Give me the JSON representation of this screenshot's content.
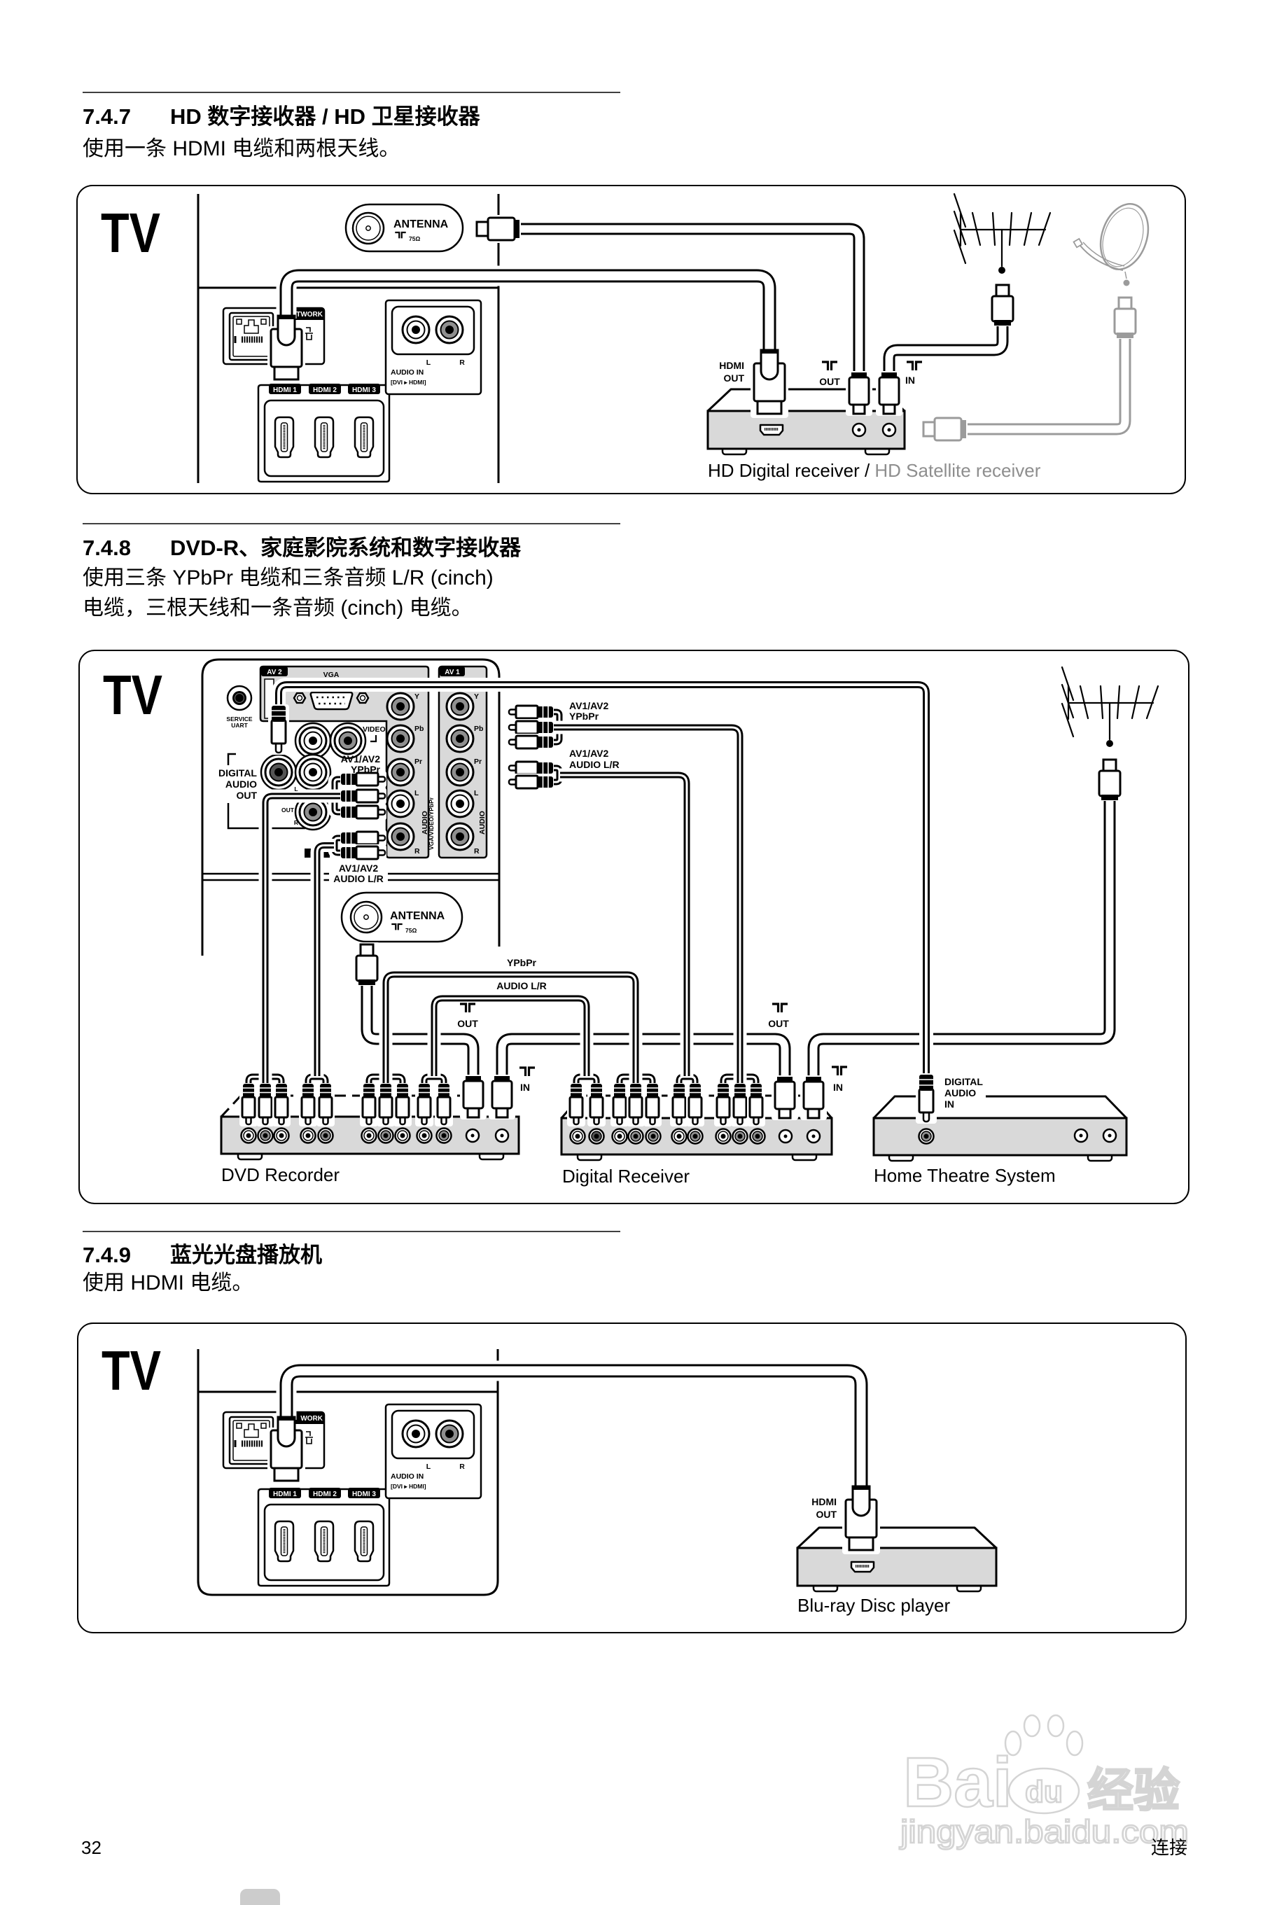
{
  "colors": {
    "ink": "#000000",
    "device_front": "#d9d9d9",
    "panel_grey": "#d9d9d9",
    "jack_grey": "#8f8f8f",
    "jack_dark": "#555555",
    "satellite_grey": "#9b9b9b",
    "watermark_outline": "#d4d4d4",
    "page_tab": "#cccccc"
  },
  "sections": {
    "hd_receiver": {
      "number": "7.4.7",
      "title": "HD 数字接收器 / HD 卫星接收器",
      "description": [
        "使用一条 HDMI 电缆和两根天线。"
      ],
      "diagram": {
        "tv_label": "TV",
        "tv": {
          "antenna": "ANTENNA",
          "antenna_impedance": "75Ω",
          "network_tab": "TWORK",
          "hdmi_tabs": [
            "HDMI 1",
            "HDMI 2",
            "HDMI 3"
          ],
          "audio_in": "AUDIO IN",
          "audio_in_note": "[DVI ▸ HDMI]",
          "audio_left": "L",
          "audio_right": "R"
        },
        "receiver": {
          "hdmi_out": [
            "HDMI",
            "OUT"
          ],
          "antenna_out": "OUT",
          "antenna_in": "IN"
        },
        "device_label": "HD Digital receiver",
        "device_label_separator": " / ",
        "device_label_alt": "HD Satellite receiver"
      }
    },
    "dvd_hts_receiver": {
      "number": "7.4.8",
      "title": "DVD-R、家庭影院系统和数字接收器",
      "description": [
        "使用三条 YPbPr 电缆和三条音频 L/R (cinch)",
        "电缆，三根天线和一条音频 (cinch) 电缆。"
      ],
      "diagram": {
        "tv_label": "TV",
        "tv": {
          "av2_tab": "AV 2",
          "vga": "VGA",
          "av1_tab": "AV 1",
          "service": [
            "SERVICE",
            "UART"
          ],
          "video": "VIDEO",
          "digital_audio_out": [
            "DIGITAL",
            "AUDIO",
            "OUT"
          ],
          "audio_out": {
            "left": "L",
            "label": "OUT",
            "right": "R"
          },
          "component_labels": [
            "Y",
            "Pb",
            "Pr",
            "L",
            "R"
          ],
          "av2_vertical": [
            "AUDIO",
            "VGA/VIDEO/YPbPr"
          ],
          "av1_vertical": "AUDIO",
          "plug_groups": {
            "ypbpr": [
              "AV1/AV2",
              "YPbPr"
            ],
            "audio": [
              "AV1/AV2",
              "AUDIO L/R"
            ]
          },
          "antenna": "ANTENNA",
          "antenna_impedance": "75Ω"
        },
        "loose_plugs": {
          "ypbpr": [
            "AV1/AV2",
            "YPbPr"
          ],
          "audio": [
            "AV1/AV2",
            "AUDIO L/R"
          ]
        },
        "cables": {
          "ypbpr": "YPbPr",
          "audio": "AUDIO L/R"
        },
        "dvd": {
          "antenna_out": "OUT",
          "antenna_in": "IN",
          "label": "DVD Recorder"
        },
        "receiver": {
          "antenna_out": "OUT",
          "antenna_in": "IN",
          "label": "Digital Receiver"
        },
        "hts": {
          "digital_audio_in": [
            "DIGITAL",
            "AUDIO",
            "IN"
          ],
          "label": "Home Theatre System"
        }
      }
    },
    "bluray": {
      "number": "7.4.9",
      "title": "蓝光光盘播放机",
      "description": [
        "使用 HDMI 电缆。"
      ],
      "diagram": {
        "tv_label": "TV",
        "tv": {
          "network_tab": "WORK",
          "hdmi_tabs": [
            "HDMI 1",
            "HDMI 2",
            "HDMI 3"
          ],
          "audio_in": "AUDIO IN",
          "audio_in_note": "[DVI ▸ HDMI]",
          "audio_left": "L",
          "audio_right": "R"
        },
        "player": {
          "hdmi_out": [
            "HDMI",
            "OUT"
          ],
          "label": "Blu-ray Disc player"
        }
      }
    }
  },
  "footer": {
    "page_number": "32",
    "chapter": "连接"
  },
  "watermark": {
    "brand_left": "Bai",
    "brand_paw": "du",
    "brand_cn": "经验",
    "url": "jingyan.baidu.com"
  }
}
